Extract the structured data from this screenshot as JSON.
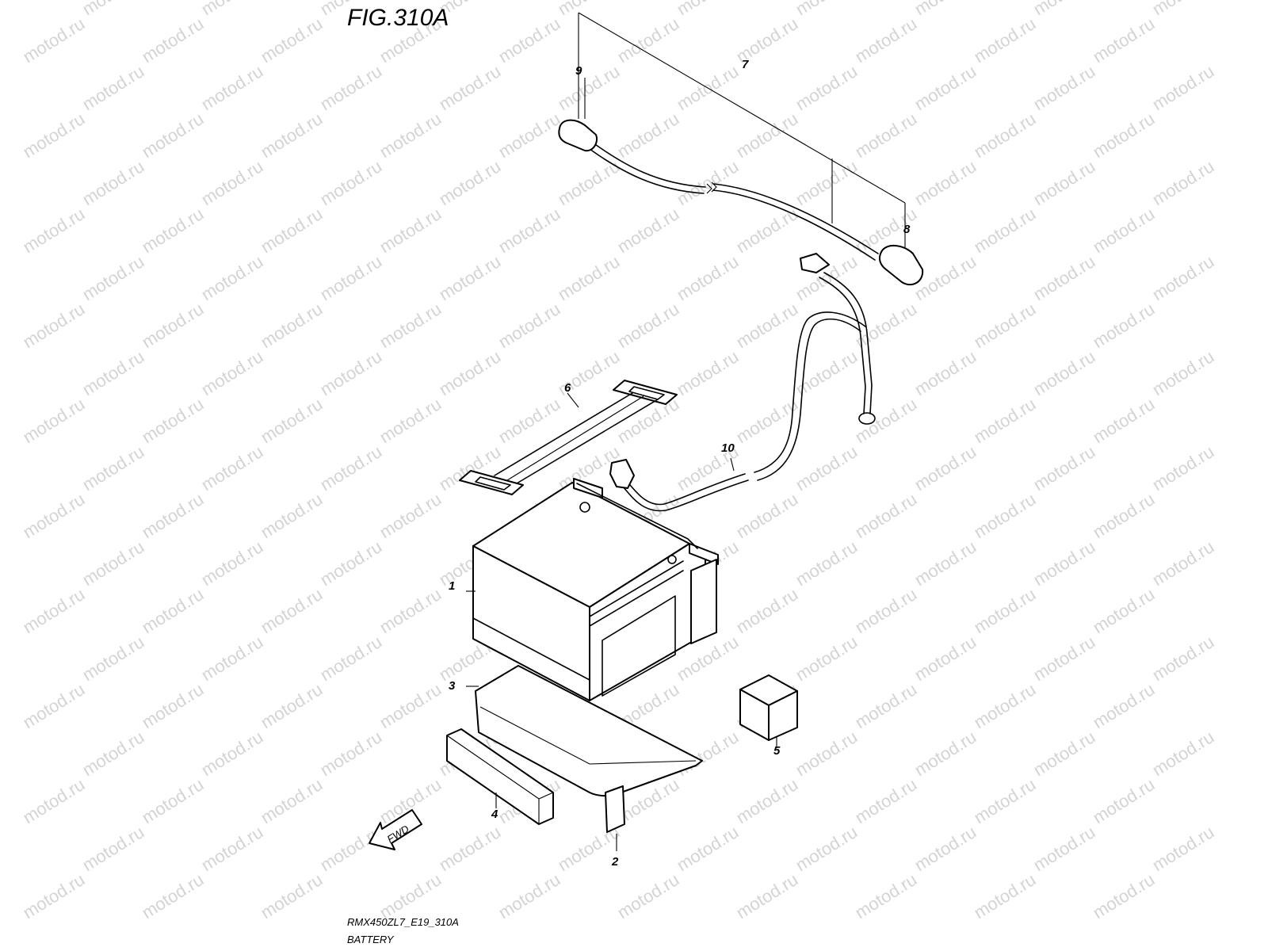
{
  "figure": {
    "title": "FIG.310A"
  },
  "footer": {
    "code": "RMX450ZL7_E19_310A",
    "name": "BATTERY"
  },
  "watermark": {
    "text": "motod.ru"
  },
  "direction": {
    "label": "FWD"
  },
  "callouts": {
    "c1": "1",
    "c2": "2",
    "c3": "3",
    "c4": "4",
    "c5": "5",
    "c6": "6",
    "c7": "7",
    "c8": "8",
    "c9": "9",
    "c10": "10"
  }
}
